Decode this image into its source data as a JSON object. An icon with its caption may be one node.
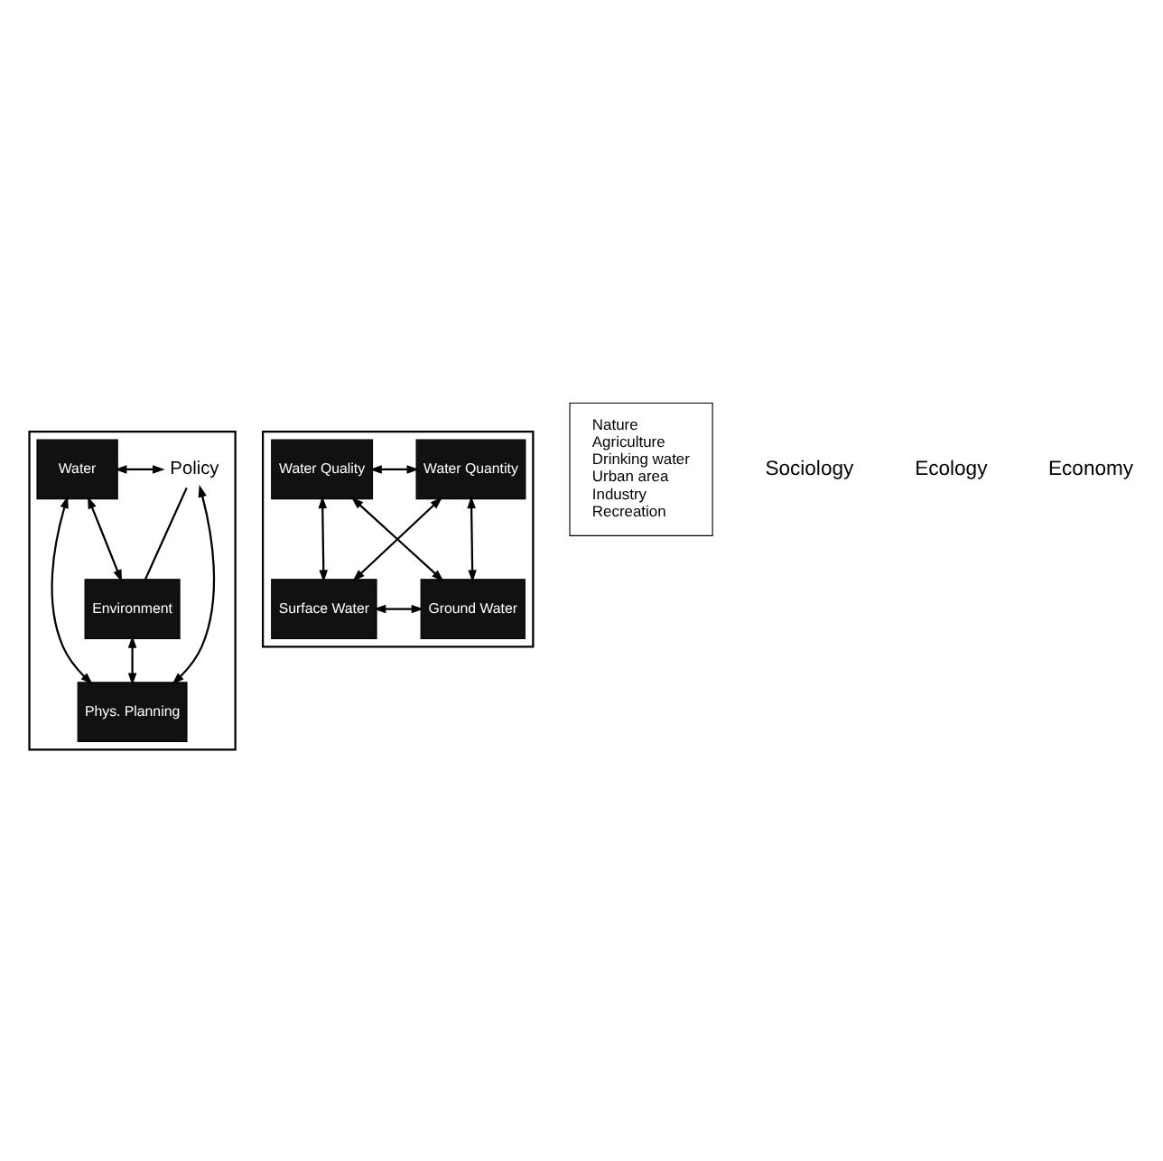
{
  "diagram": {
    "nodes": [
      {
        "text": [],
        "shape": "box"
      },
      {
        "text": [
          "Environment"
        ],
        "in": 0
      },
      {
        "text": [
          "Water"
        ],
        "in": 0
      },
      {
        "text": [
          "Policy"
        ],
        "in": 0
      },
      {
        "text": [
          "Phys. Planning"
        ],
        "in": 0
      },
      {
        "text": [],
        "shape": "box"
      },
      {
        "text": [
          "Water Quality"
        ],
        "in": 5
      },
      {
        "text": [
          "Water Quantity"
        ],
        "in": 5
      },
      {
        "text": [
          "Surface Water"
        ],
        "in": 5
      },
      {
        "text": [
          "Ground Water"
        ],
        "in": 5
      },
      {
        "text": [
          "Nature",
          "Agriculture",
          "Drinking water",
          "Urban area",
          "Industry",
          "Recreation"
        ]
      }
    ],
    "edges": [
      {
        "from": 2,
        "to": 1,
        "arrow": "both"
      },
      {
        "from": 2,
        "to": 3,
        "arrow": "both"
      },
      {
        "from": 3,
        "to": 1,
        "arrow": "none"
      },
      {
        "from": 3,
        "to": 4,
        "arrow": "both"
      },
      {
        "from": 2,
        "to": 4,
        "arrow": "both"
      },
      {
        "from": 1,
        "to": 4,
        "arrow": "both"
      },
      {
        "from": 6,
        "to": 7,
        "arrow": "both"
      },
      {
        "from": 6,
        "to": 8,
        "arrow": "both"
      },
      {
        "from": 7,
        "to": 9,
        "arrow": "both"
      },
      {
        "from": 6,
        "to": 9,
        "arrow": "both"
      },
      {
        "from": 7,
        "to": 8,
        "arrow": "both"
      },
      {
        "from": 8,
        "to": 9,
        "arrow": "both"
      }
    ],
    "labels": [
      "Sociology",
      "Ecology",
      "Economy"
    ]
  }
}
